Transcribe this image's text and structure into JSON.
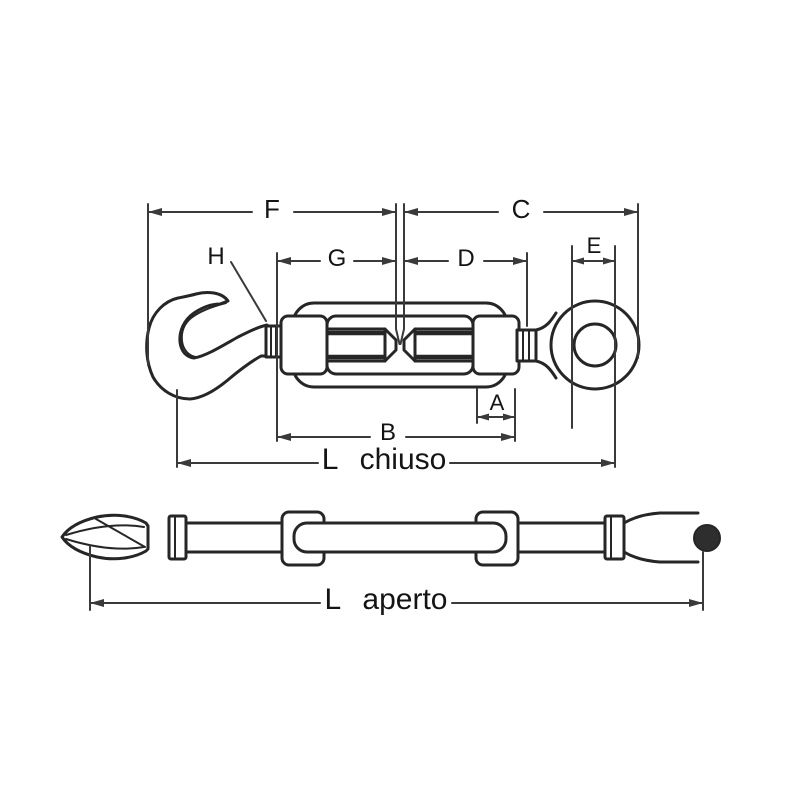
{
  "canvas": {
    "background": "#ffffff"
  },
  "colors": {
    "outline": "#262626",
    "dimension_lines": "#3a3a3a",
    "label_text": "#141414",
    "eye_end_fill": "#2e2e2e"
  },
  "views": {
    "closed_view": {
      "dimension_labels": {
        "F": "F",
        "C": "C",
        "G": "G",
        "D": "D",
        "E": "E",
        "H": "H",
        "A": "A",
        "B": "B",
        "total_length": "L chiuso"
      }
    },
    "open_view": {
      "dimension_labels": {
        "total_length": "L aperto"
      }
    }
  }
}
